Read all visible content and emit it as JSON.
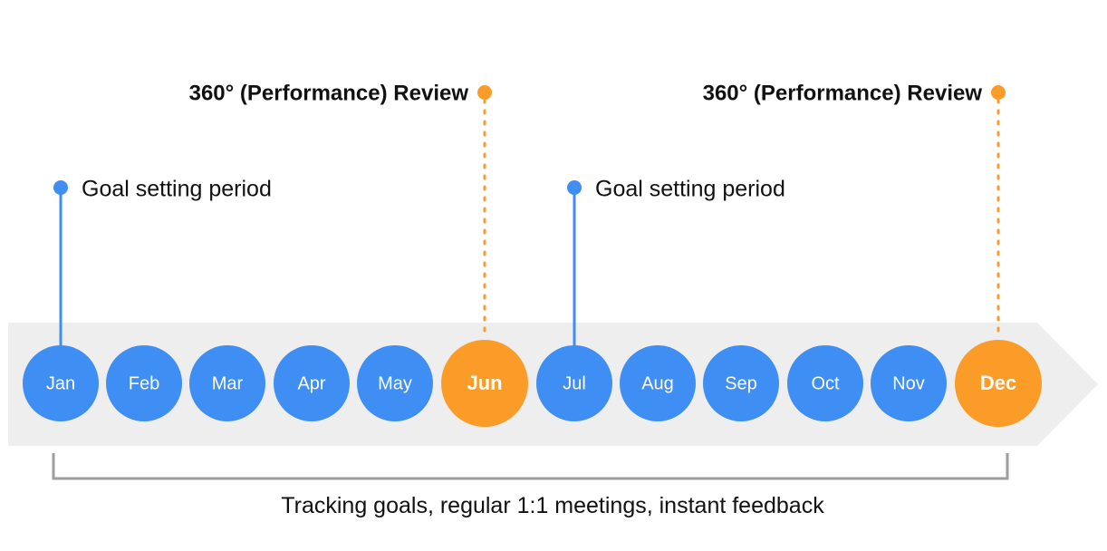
{
  "colors": {
    "blue": "#3f8ef3",
    "orange": "#fb9c29",
    "band": "#eeeeee",
    "bracket": "#9e9e9e",
    "text": "#111111",
    "month_text": "#ffffff"
  },
  "months": [
    {
      "label": "Jan",
      "kind": "regular"
    },
    {
      "label": "Feb",
      "kind": "regular"
    },
    {
      "label": "Mar",
      "kind": "regular"
    },
    {
      "label": "Apr",
      "kind": "regular"
    },
    {
      "label": "May",
      "kind": "regular"
    },
    {
      "label": "Jun",
      "kind": "review"
    },
    {
      "label": "Jul",
      "kind": "regular"
    },
    {
      "label": "Aug",
      "kind": "regular"
    },
    {
      "label": "Sep",
      "kind": "regular"
    },
    {
      "label": "Oct",
      "kind": "regular"
    },
    {
      "label": "Nov",
      "kind": "regular"
    },
    {
      "label": "Dec",
      "kind": "review"
    }
  ],
  "markers": [
    {
      "type": "goal",
      "month": "Jan",
      "label": "Goal setting period"
    },
    {
      "type": "review",
      "month": "Jun",
      "label": "360° (Performance) Review"
    },
    {
      "type": "goal",
      "month": "Jul",
      "label": "Goal setting period"
    },
    {
      "type": "review",
      "month": "Dec",
      "label": "360° (Performance) Review"
    }
  ],
  "bracket_caption": "Tracking goals, regular 1:1 meetings, instant feedback"
}
